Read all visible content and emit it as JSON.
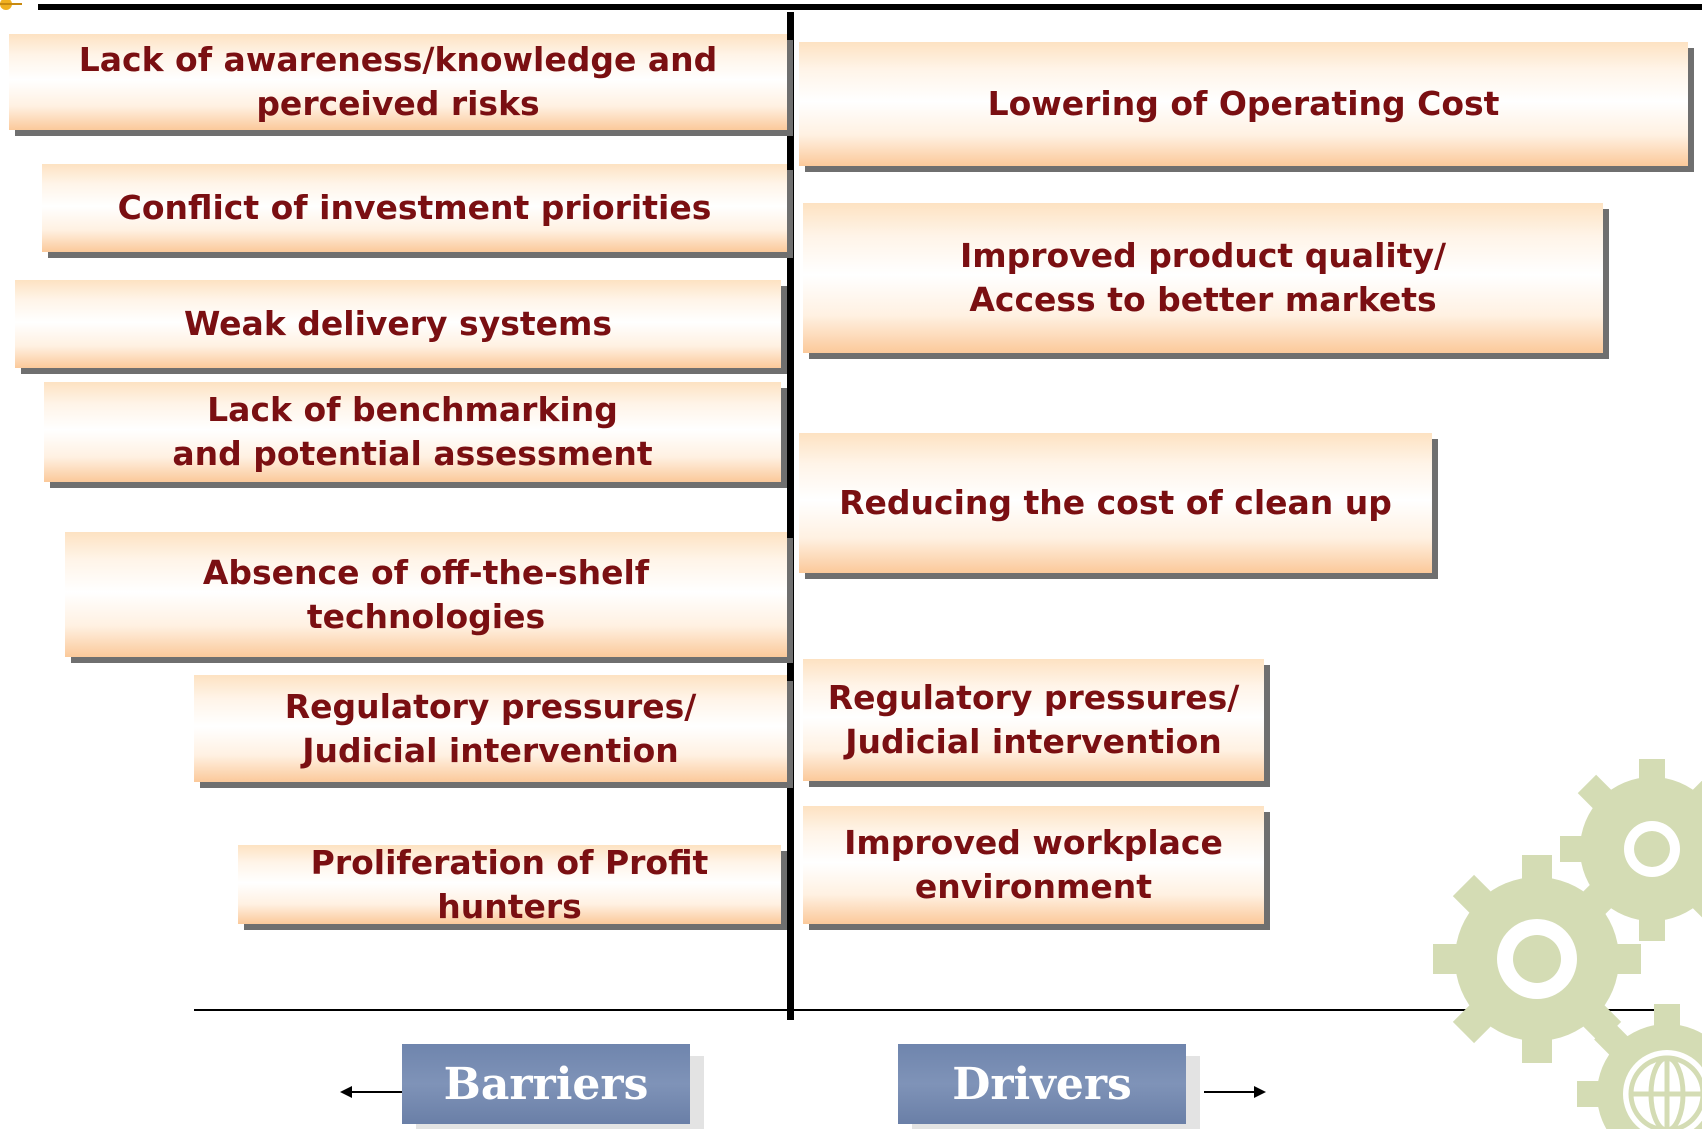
{
  "barriers": [
    "Lack of awareness/knowledge and\nperceived risks",
    "Conflict of investment priorities",
    "Weak delivery systems",
    "Lack of benchmarking\nand potential assessment",
    "Absence of off-the-shelf\ntechnologies",
    "Regulatory pressures/\nJudicial intervention",
    "Proliferation of Profit hunters"
  ],
  "drivers": [
    "Lowering of Operating Cost",
    "Improved product quality/\nAccess to better markets",
    "Reducing the cost of clean up",
    "Regulatory pressures/\nJudicial intervention",
    "Improved workplace\nenvironment"
  ],
  "labels": {
    "barriers": "Barriers",
    "drivers": "Drivers"
  },
  "colors": {
    "box_text": "#7a0f12",
    "box_gradient_edge": "#fbc99a",
    "label_box": "#7a8fb5",
    "gear": "#d4dcb4"
  }
}
